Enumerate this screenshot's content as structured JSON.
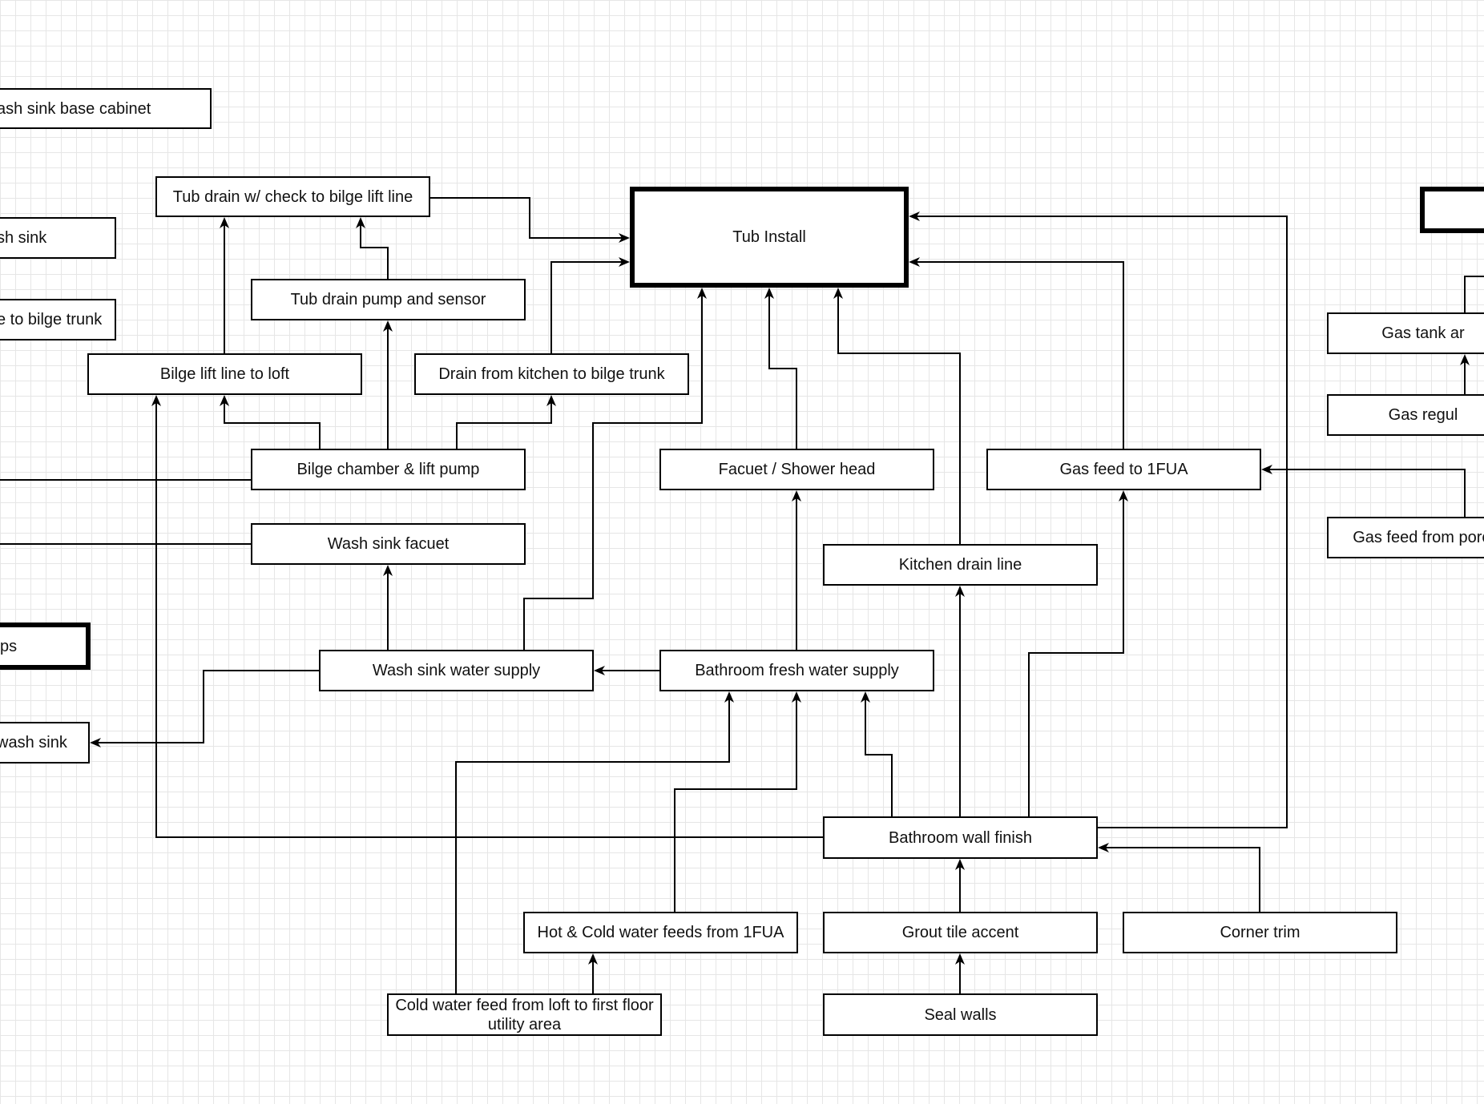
{
  "diagram": {
    "nodes": {
      "wash_sink_base_cabinet": {
        "label": "ash sink base cabinet"
      },
      "tub_drain_check": {
        "label": "Tub drain w/ check to bilge lift line"
      },
      "sh_sink": {
        "label": "sh sink"
      },
      "bilge_trunk_partial": {
        "label": "e to bilge trunk"
      },
      "tub_drain_pump": {
        "label": "Tub drain pump and sensor"
      },
      "bilge_lift_line": {
        "label": "Bilge lift line to loft"
      },
      "drain_kitchen_bilge": {
        "label": "Drain from kitchen to bilge trunk"
      },
      "tub_install": {
        "label": "Tub Install"
      },
      "bilge_chamber": {
        "label": "Bilge chamber & lift pump"
      },
      "faucet_shower": {
        "label": "Facuet / Shower head"
      },
      "gas_feed_1fua": {
        "label": "Gas feed to 1FUA"
      },
      "wash_sink_faucet": {
        "label": "Wash sink facuet"
      },
      "kitchen_drain_line": {
        "label": "Kitchen drain line"
      },
      "ps_partial": {
        "label": "ps"
      },
      "wash_sink_water_supply": {
        "label": "Wash sink water supply"
      },
      "bathroom_fresh_water": {
        "label": "Bathroom fresh water supply"
      },
      "wash_sink_partial": {
        "label": "wash sink"
      },
      "bathroom_wall_finish": {
        "label": "Bathroom wall finish"
      },
      "hot_cold_feeds": {
        "label": "Hot & Cold water feeds from 1FUA"
      },
      "grout_tile": {
        "label": "Grout tile accent"
      },
      "corner_trim": {
        "label": "Corner trim"
      },
      "cold_water_loft": {
        "label": "Cold water feed from loft to first floor utility area"
      },
      "seal_walls": {
        "label": "Seal walls"
      },
      "gas_tank": {
        "label": "Gas tank ar"
      },
      "gas_regul": {
        "label": "Gas regul"
      },
      "gas_feed_porch": {
        "label": "Gas feed from porcl"
      },
      "heavy_right_partial": {
        "label": ""
      }
    },
    "edges": [
      {
        "from": "tub_drain_check",
        "to": "tub_install"
      },
      {
        "from": "tub_drain_pump",
        "to": "tub_drain_check"
      },
      {
        "from": "bilge_lift_line",
        "to": "tub_drain_check"
      },
      {
        "from": "bilge_chamber",
        "to": "bilge_lift_line"
      },
      {
        "from": "bilge_chamber",
        "to": "tub_drain_pump"
      },
      {
        "from": "bilge_chamber",
        "to": "drain_kitchen_bilge"
      },
      {
        "from": "drain_kitchen_bilge",
        "to": "tub_install"
      },
      {
        "from": "wash_sink_water_supply",
        "to": "tub_install"
      },
      {
        "from": "faucet_shower",
        "to": "tub_install"
      },
      {
        "from": "kitchen_drain_line",
        "to": "tub_install"
      },
      {
        "from": "gas_feed_1fua",
        "to": "tub_install"
      },
      {
        "from": "bathroom_wall_finish",
        "to": "tub_install"
      },
      {
        "from": "wash_sink_water_supply",
        "to": "wash_sink_faucet"
      },
      {
        "from": "bathroom_fresh_water",
        "to": "wash_sink_water_supply"
      },
      {
        "from": "wash_sink_water_supply",
        "to": "wash_sink_partial"
      },
      {
        "from": "bathroom_fresh_water",
        "to": "faucet_shower"
      },
      {
        "from": "bathroom_wall_finish",
        "to": "kitchen_drain_line"
      },
      {
        "from": "bathroom_wall_finish",
        "to": "gas_feed_1fua"
      },
      {
        "from": "gas_feed_porch",
        "to": "gas_feed_1fua"
      },
      {
        "from": "gas_regul",
        "to": "gas_tank"
      },
      {
        "from": "cold_water_loft",
        "to": "bathroom_fresh_water"
      },
      {
        "from": "hot_cold_feeds",
        "to": "bathroom_fresh_water"
      },
      {
        "from": "bathroom_wall_finish",
        "to": "bathroom_fresh_water"
      },
      {
        "from": "bathroom_wall_finish",
        "to": "bilge_lift_line"
      },
      {
        "from": "cold_water_loft",
        "to": "hot_cold_feeds"
      },
      {
        "from": "grout_tile",
        "to": "bathroom_wall_finish"
      },
      {
        "from": "corner_trim",
        "to": "bathroom_wall_finish"
      },
      {
        "from": "seal_walls",
        "to": "grout_tile"
      }
    ]
  }
}
